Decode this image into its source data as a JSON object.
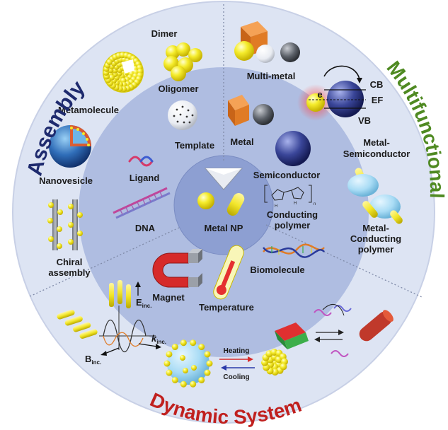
{
  "sections": {
    "assembly": {
      "title": "Assembly",
      "color": "#1e2a6e"
    },
    "multifunctional": {
      "title": "Multifunctional",
      "color": "#4f8a22"
    },
    "dynamic": {
      "title": "Dynamic System",
      "color": "#c0201e"
    }
  },
  "center": {
    "label": "Metal NP"
  },
  "inner_ring": {
    "template": "Template",
    "ligand": "Ligand",
    "dna": "DNA",
    "metal": "Metal",
    "semiconductor": "Semiconductor",
    "conducting_polymer_line1": "Conducting",
    "conducting_polymer_line2": "polymer",
    "magnet": "Magnet",
    "temperature": "Temperature",
    "biomolecule": "Biomolecule"
  },
  "outer_ring": {
    "dimer": "Dimer",
    "oligomer": "Oligomer",
    "metamolecule": "Metamolecule",
    "nanovesicle": "Nanovesicle",
    "chiral_line1": "Chiral",
    "chiral_line2": "assembly",
    "multi_metal": "Multi-metal",
    "band_e": "e",
    "band_cb": "CB",
    "band_ef": "EF",
    "band_vb": "VB",
    "metal_semi_line1": "Metal-",
    "metal_semi_line2": "Semiconductor",
    "metal_cp_line1": "Metal-",
    "metal_cp_line2": "Conducting",
    "metal_cp_line3": "polymer",
    "e_inc": "E",
    "e_inc_sub": "inc.",
    "k_inc": "k",
    "k_inc_sub": "inc.",
    "b_inc": "B",
    "b_inc_sub": "inc.",
    "heating": "Heating",
    "cooling": "Cooling"
  },
  "colors": {
    "outer_ring": "#dfe5f3",
    "inner_ring": "#aebce0",
    "center": "#8ea0d2",
    "gold": "#f2ea2a",
    "gold_dark": "#c9b800",
    "cube": "#e07b25",
    "gray_sphere": "#5a5f66",
    "navy_sphere": "#2c3a8a"
  }
}
